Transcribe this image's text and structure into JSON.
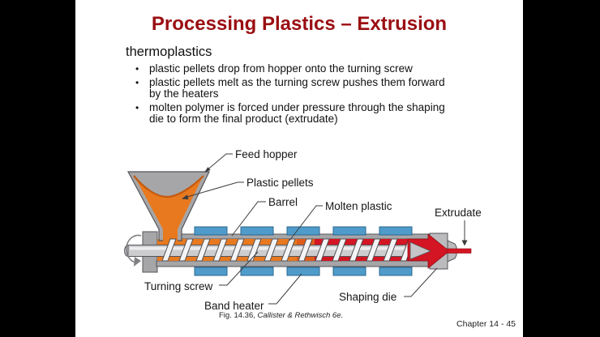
{
  "slide": {
    "title": "Processing Plastics – Extrusion",
    "subtitle": "thermoplastics",
    "bullet_char": "•",
    "bullets": [
      "plastic pellets drop from hopper onto the turning screw",
      "plastic pellets melt as the turning screw pushes them forward by the heaters",
      "molten polymer is forced under pressure through the shaping die to form the final product (extrudate)"
    ],
    "caption_prefix": "Fig. 14.36, ",
    "caption_source": "Callister & Rethwisch 6e.",
    "page_footer": "Chapter 14 - 45"
  },
  "diagram": {
    "labels": {
      "feed_hopper": "Feed hopper",
      "plastic_pellets": "Plastic pellets",
      "barrel": "Barrel",
      "molten_plastic": "Molten plastic",
      "extrudate": "Extrudate",
      "turning_screw": "Turning screw",
      "band_heater": "Band heater",
      "shaping_die": "Shaping die"
    },
    "colors": {
      "title_red": "#9a0e12",
      "pellet_orange": "#e8791f",
      "molten_red": "#d41523",
      "heater_blue": "#4f9cca",
      "metal_gray": "#a6a6a8",
      "die_gray": "#bbbbbd"
    }
  }
}
